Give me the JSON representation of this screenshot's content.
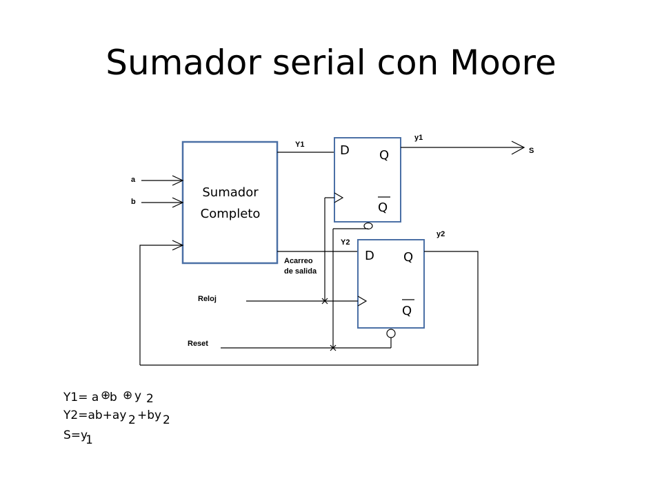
{
  "title": "Sumador serial con Moore",
  "block": {
    "line1": "Sumador",
    "line2": "Completo"
  },
  "inputs": {
    "a": "a",
    "b": "b"
  },
  "signals": {
    "Y1": "Y1",
    "Y2": "Y2",
    "y1": "y1",
    "y2": "y2",
    "S": "S",
    "carry_line1": "Acarreo",
    "carry_line2": "de salida",
    "clock": "Reloj",
    "reset": "Reset"
  },
  "flipflop": {
    "d": "D",
    "q": "Q",
    "qbar": "Q"
  },
  "equations": {
    "eq1": {
      "lhs": "Y1= a",
      "op1": "⊕",
      "b": "b",
      "op2": "⊕",
      "y": "y",
      "sub": "2"
    },
    "eq2": {
      "text": "Y2=ab+ay",
      "sub1": "2",
      "mid": "+by",
      "sub2": "2"
    },
    "eq3": {
      "text": "S=y",
      "sub": "1"
    }
  },
  "colors": {
    "block_border": "#4a6fa5",
    "wire": "#000000"
  }
}
